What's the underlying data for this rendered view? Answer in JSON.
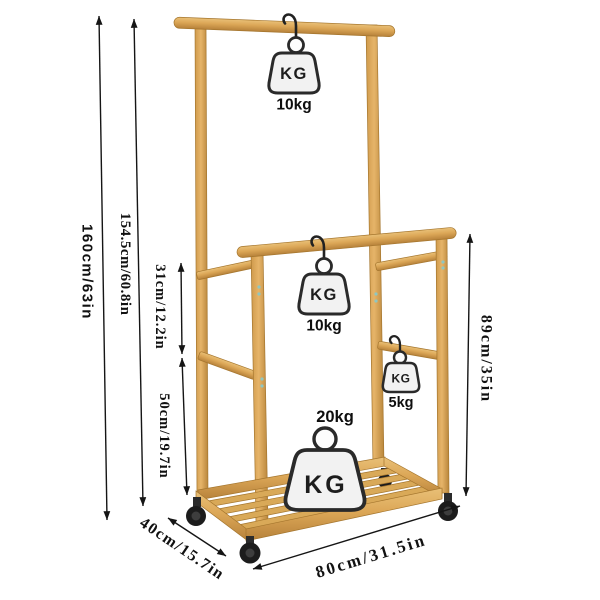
{
  "page": {
    "background": "#ffffff"
  },
  "dimensions": {
    "total_height": "160cm/63in",
    "frame_height": "154.5cm/60.8in",
    "rail_gap_upper": "31cm/12.2in",
    "rail_gap_lower": "50cm/19.7in",
    "front_bar_height": "89cm/35in",
    "base_width": "80cm/31.5in",
    "base_depth": "40cm/15.7in"
  },
  "load_capacity": {
    "unit_label": "KG",
    "top_bar": "10kg",
    "front_bar": "10kg",
    "side_rail": "5kg",
    "bottom_shelf": "20kg"
  },
  "icons": {
    "weight_badge": "kettlebell-weight-icon",
    "hook": "hanger-hook-icon",
    "caster": "caster-wheel-icon"
  },
  "colors": {
    "bamboo": "#DCA757",
    "bamboo_dark": "#B07C33",
    "annotation_ink": "#151515",
    "weight_fill": "#F2F2F2",
    "weight_outline": "#2A2A2A",
    "caster_black": "#1F1F1F"
  }
}
